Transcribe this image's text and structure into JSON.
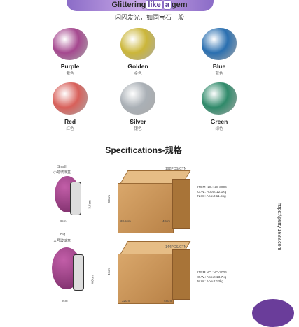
{
  "header": {
    "title_pre": "Glittering",
    "title_hl1": "like",
    "title_hl2": "a",
    "title_post": "gem",
    "subtitle": "闪闪发光，如同宝石一般"
  },
  "colors_grid": [
    {
      "en": "Purple",
      "cn": "紫色",
      "color": "#a5488f"
    },
    {
      "en": "Golden",
      "cn": "金色",
      "color": "#cbb63a"
    },
    {
      "en": "Blue",
      "cn": "蓝色",
      "color": "#2a6fb0"
    },
    {
      "en": "Red",
      "cn": "红色",
      "color": "#d8605a"
    },
    {
      "en": "Silver",
      "cn": "银色",
      "color": "#aab0b6"
    },
    {
      "en": "Green",
      "cn": "绿色",
      "color": "#2f8a6a"
    }
  ],
  "spec_title": "Specifications-规格",
  "small": {
    "label_en": "Small",
    "label_cn": "小号玻璃盒",
    "pcs": "192PCS/CTN",
    "item": "ITEM NO.:NC-3006",
    "gw": "G.W.: About 12.1kg",
    "nw": "N.W.: About 11.5kg",
    "dim_jar": "6cm",
    "dim_h": "3.5cm",
    "box_h": "50cm",
    "box_w": "30.5cm",
    "box_d": "40cm"
  },
  "big": {
    "label_en": "Big",
    "label_cn": "大号玻璃盒",
    "pcs": "144PCS/CTN",
    "item": "ITEM NO.:NC-2006",
    "gw": "G.W.: About 13.7kg",
    "nw": "N.W.: About 13kg",
    "dim_jar": "8cm",
    "dim_h": "4.6cm",
    "box_h": "46cm",
    "box_w": "32cm",
    "box_d": "48cm"
  },
  "side_url": "https://putty.1688.com"
}
